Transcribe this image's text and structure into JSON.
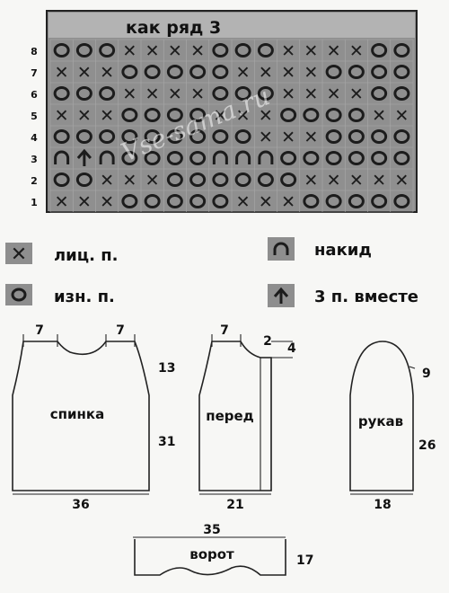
{
  "chart_title": "как ряд 3",
  "watermark": "Vse-sama.ru",
  "row_numbers": [
    "8",
    "7",
    "6",
    "5",
    "4",
    "3",
    "2",
    "1"
  ],
  "chart_rows": [
    "OOOXXXXOOOXXXXOO",
    "XXXOOOOOXXXXOOOO",
    "OOOXXXXOOOXXXXOO",
    "XXXOOOOXXXOOOOXX",
    "OOOOOOOOOXXXOOOO",
    "NANOOOONNNOOOOOO",
    "OOXXXOOOOOOXXXXX",
    "XXXOOOOOXXXOOOOO"
  ],
  "legend": [
    {
      "icon": "knit-cross-icon",
      "label": "лиц. п."
    },
    {
      "icon": "purl-circle-icon",
      "label": "изн. п."
    },
    {
      "icon": "yarn-over-icon",
      "label": "накид"
    },
    {
      "icon": "three-together-icon",
      "label": "3 п. вместе"
    }
  ],
  "pieces": {
    "back": {
      "name": "спинка",
      "shoulder_left": "7",
      "shoulder_right": "7",
      "armhole": "13",
      "side": "31",
      "width": "36"
    },
    "front": {
      "name": "перед",
      "shoulder": "7",
      "neck_width": "2",
      "neck_depth": "4",
      "width": "21"
    },
    "sleeve": {
      "name": "рукав",
      "cap": "9",
      "length": "26",
      "width": "18"
    },
    "collar": {
      "name": "ворот",
      "width": "35",
      "height": "17"
    }
  }
}
